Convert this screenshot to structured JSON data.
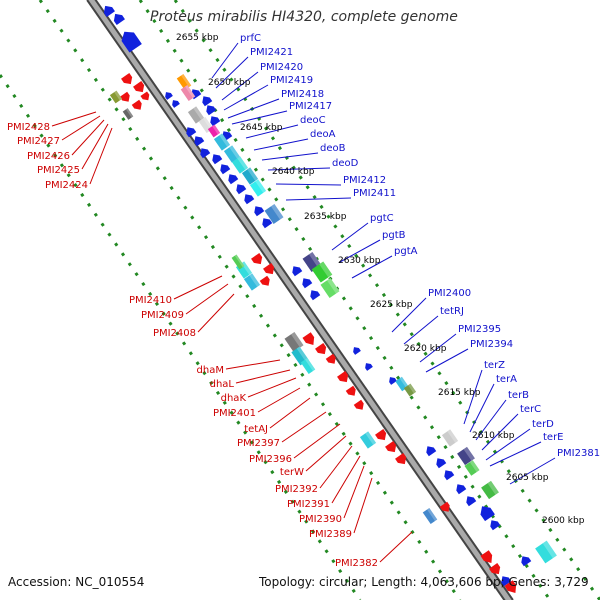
{
  "title": "Proteus mirabilis HI4320, complete genome",
  "footer": {
    "accession": "Accession: NC_010554",
    "topology": "Topology: circular; Length: 4,063,606 bp; Genes: 3,729"
  },
  "colors": {
    "forward_gene": "#ee1111",
    "reverse_gene": "#1122dd",
    "forward_label": "#cc0000",
    "reverse_label": "#1111cc",
    "backbone": "#888888",
    "dotted_guides": "#228822",
    "kbp_label": "#000000"
  },
  "kbp_ticks": [
    "2655 kbp",
    "2650 kbp",
    "2645 kbp",
    "2640 kbp",
    "2635 kbp",
    "2630 kbp",
    "2625 kbp",
    "2620 kbp",
    "2615 kbp",
    "2610 kbp",
    "2605 kbp",
    "2600 kbp"
  ],
  "reverse_genes": [
    "prfC",
    "PMI2421",
    "PMI2420",
    "PMI2419",
    "PMI2418",
    "PMI2417",
    "deoC",
    "deoA",
    "deoB",
    "deoD",
    "PMI2412",
    "PMI2411",
    "pgtC",
    "pgtB",
    "pgtA",
    "PMI2400",
    "tetRJ",
    "PMI2395",
    "PMI2394",
    "terZ",
    "terA",
    "terB",
    "terC",
    "terD",
    "terE",
    "PMI2381"
  ],
  "forward_genes": [
    "PMI2428",
    "PMI2427",
    "PMI2426",
    "PMI2425",
    "PMI2424",
    "PMI2410",
    "PMI2409",
    "PMI2408",
    "dhaM",
    "dhaL",
    "dhaK",
    "PMI2401",
    "tetAJ",
    "PMI2397",
    "PMI2396",
    "terW",
    "PMI2392",
    "PMI2391",
    "PMI2390",
    "PMI2389",
    "PMI2382"
  ]
}
